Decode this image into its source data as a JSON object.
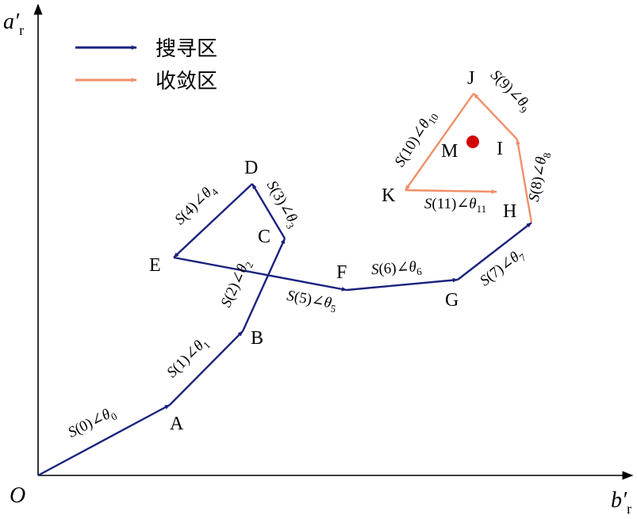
{
  "axes": {
    "y_label": "a′",
    "y_sub": "r",
    "x_label": "b′",
    "x_sub": "r",
    "origin": "O"
  },
  "legend": {
    "search": "搜寻区",
    "converge": "收敛区"
  },
  "colors": {
    "search": "#1a237e",
    "converge": "#f0906a",
    "target": "#d40000",
    "axis": "#000000"
  },
  "points": {
    "A": "A",
    "B": "B",
    "C": "C",
    "D": "D",
    "E": "E",
    "F": "F",
    "G": "G",
    "H": "H",
    "I": "I",
    "J": "J",
    "K": "K",
    "M": "M"
  },
  "segments": [
    {
      "from": "O",
      "to": "A",
      "zone": "search",
      "s": "S(0)",
      "theta": "0"
    },
    {
      "from": "A",
      "to": "B",
      "zone": "search",
      "s": "S(1)",
      "theta": "1"
    },
    {
      "from": "B",
      "to": "C",
      "zone": "search",
      "s": "S(2)",
      "theta": "2"
    },
    {
      "from": "C",
      "to": "D",
      "zone": "search",
      "s": "S(3)",
      "theta": "3"
    },
    {
      "from": "D",
      "to": "E",
      "zone": "search",
      "s": "S(4)",
      "theta": "4"
    },
    {
      "from": "E",
      "to": "F",
      "zone": "search",
      "s": "S(5)",
      "theta": "5"
    },
    {
      "from": "F",
      "to": "G",
      "zone": "search",
      "s": "S(6)",
      "theta": "6"
    },
    {
      "from": "G",
      "to": "H",
      "zone": "search",
      "s": "S(7)",
      "theta": "7"
    },
    {
      "from": "H",
      "to": "I",
      "zone": "converge",
      "s": "S(8)",
      "theta": "8"
    },
    {
      "from": "I",
      "to": "J",
      "zone": "converge",
      "s": "S(9)",
      "theta": "9"
    },
    {
      "from": "J",
      "to": "K",
      "zone": "converge",
      "s": "S(10)",
      "theta": "10"
    },
    {
      "from": "K",
      "to": "H",
      "zone": "converge",
      "s": "S(11)",
      "theta": "11"
    }
  ]
}
